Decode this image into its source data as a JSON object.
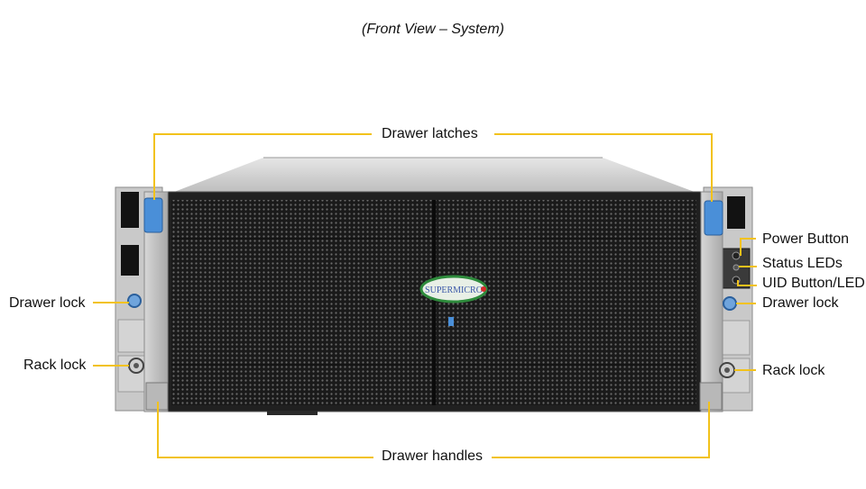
{
  "caption": "(Front View – System)",
  "callouts": {
    "drawer_latches": "Drawer latches",
    "drawer_handles": "Drawer handles",
    "drawer_lock_left": "Drawer lock",
    "rack_lock_left": "Rack lock",
    "power_button": "Power Button",
    "status_leds": "Status LEDs",
    "uid_button": "UID Button/LED",
    "drawer_lock_right": "Drawer lock",
    "rack_lock_right": "Rack lock"
  },
  "brand_logo": "SUPERMICRO",
  "colors": {
    "callout_line": "#f2c21b",
    "latch_blue": "#4a8fd8",
    "logo_green": "#2e8b3c",
    "logo_red": "#d62b2b"
  }
}
